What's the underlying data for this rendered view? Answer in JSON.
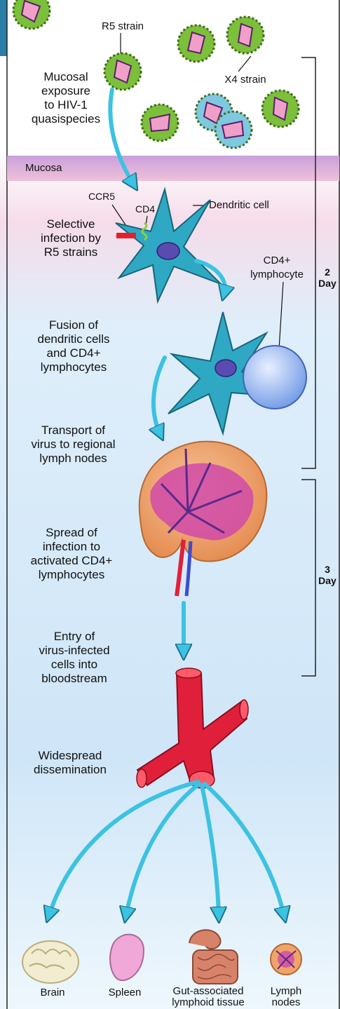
{
  "labels": {
    "r5_strain": "R5 strain",
    "x4_strain": "X4 strain",
    "mucosal_exposure": "Mucosal\nexposure\nto HIV-1\nquasispecies",
    "mucosa": "Mucosa",
    "ccr5": "CCR5",
    "cd4": "CD4",
    "dendritic_cell": "Dendritic cell",
    "selective_infection": "Selective\ninfection by\nR5 strains",
    "cd4_lymphocyte": "CD4+\nlymphocyte",
    "fusion": "Fusion of\ndendritic cells\nand CD4+\nlymphocytes",
    "transport": "Transport of\nvirus to regional\nlymph nodes",
    "spread": "Spread of\ninfection to\nactivated CD4+\nlymphocytes",
    "entry": "Entry of\nvirus-infected\ncells into\nbloodstream",
    "widespread": "Widespread\ndissemination",
    "brain": "Brain",
    "spleen": "Spleen",
    "galt": "Gut-associated\nlymphoid tissue",
    "lymph_nodes": "Lymph\nnodes"
  },
  "timeline": {
    "phase1_number": "2",
    "phase1_unit": "Day",
    "phase2_number": "3",
    "phase2_unit": "Day"
  },
  "colors": {
    "mucosa_band": "#c59ad8",
    "arrow": "#3cc2e2",
    "dendritic_cell": "#2fa8c4",
    "lymphocyte": "#8fb4f0",
    "lymph_node": "#f0a46a",
    "vessel": "#e0203a",
    "virus_shell": "#7bbf3a"
  }
}
